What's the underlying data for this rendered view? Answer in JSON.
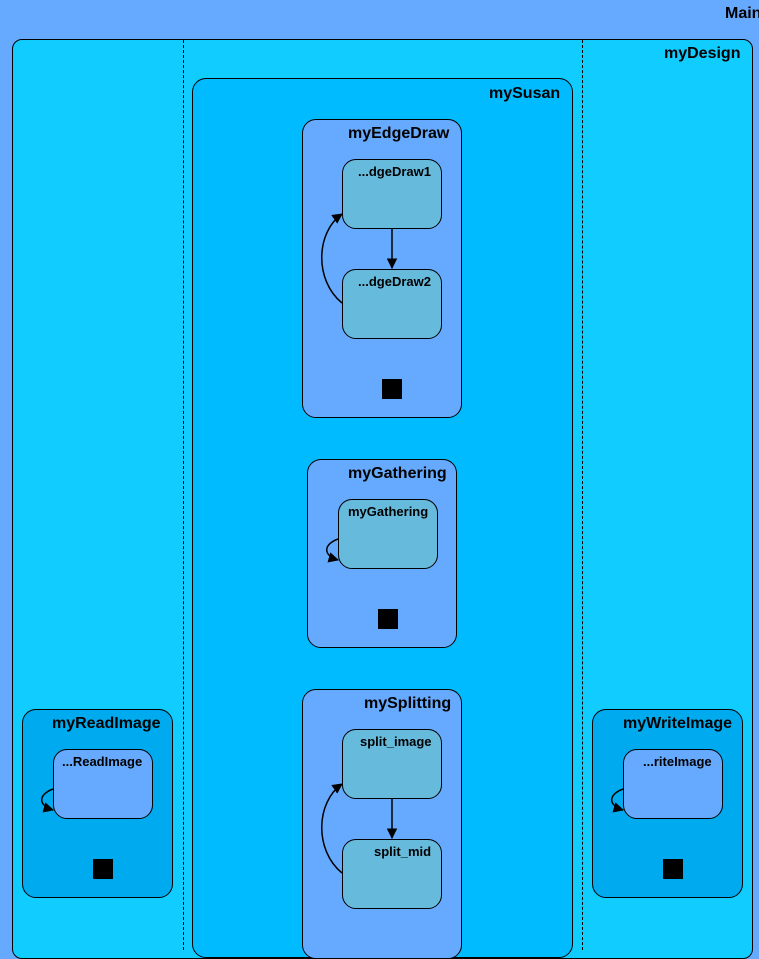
{
  "main": {
    "title": "Main"
  },
  "design": {
    "title": "myDesign",
    "susan": {
      "title": "mySusan",
      "edge_draw": {
        "title": "myEdgeDraw",
        "state1": "...dgeDraw1",
        "state2": "...dgeDraw2"
      },
      "gathering": {
        "title": "myGathering",
        "state1": "myGathering"
      },
      "splitting": {
        "title": "mySplitting",
        "state1": "split_image",
        "state2": "split_mid"
      }
    },
    "read_image": {
      "title": "myReadImage",
      "state1": "...ReadImage"
    },
    "write_image": {
      "title": "myWriteImage",
      "state1": "...riteImage"
    }
  },
  "colors": {
    "background": "#66aaff",
    "design_region": "#11ccff",
    "susan_region": "#00bbff",
    "component_block": "#66aaff",
    "inner_state": "#66bbdd",
    "edge_region": "#00aaee",
    "border": "#000000"
  }
}
